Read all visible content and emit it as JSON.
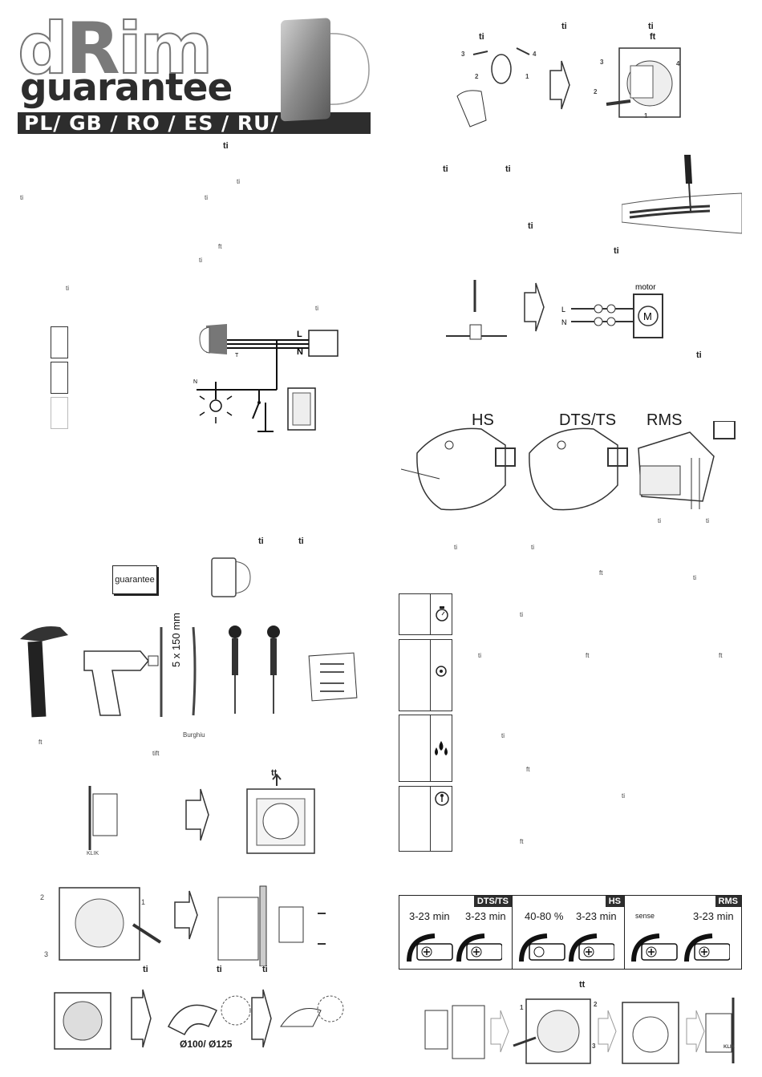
{
  "header": {
    "logo_prefix": "d",
    "logo_accent": "R",
    "logo_suffix": "im",
    "subtitle": "guarantee",
    "languages": "PL/ GB / RO / ES / RU/"
  },
  "labels": {
    "wiring_L": "L",
    "wiring_N": "N",
    "wiring_N2": "N",
    "wiring_T": "T",
    "guarantee_card": "guarantee",
    "drill_size": "5 x 150 mm",
    "drill_caption": "Burghiu",
    "klik": "KLIK",
    "klik2": "KLIK",
    "duct_sizes": "Ø100/ Ø125",
    "motor": "motor",
    "motor_L": "L",
    "motor_N": "N",
    "mode_hs": "HS",
    "mode_dts": "DTS/TS",
    "mode_rms": "RMS",
    "num1": "1",
    "num2": "2",
    "num3": "3",
    "num4": "4",
    "marker_tt": "tt",
    "marker_tt2": "tt"
  },
  "ligatures": [
    "ti",
    "ti",
    "ti",
    "ti",
    "ft",
    "ti",
    "ti",
    "ti",
    "ti",
    "ft",
    "ft",
    "tt",
    "ti",
    "ti",
    "ti",
    "tift",
    "ti",
    "ti",
    "ti",
    "ft",
    "ti",
    "ft",
    "ti",
    "ti",
    "ft",
    "ti",
    "ti"
  ],
  "control_table": {
    "cells": [
      {
        "tag": "DTS/TS",
        "value_a": "3-23 min",
        "value_b": "3-23 min"
      },
      {
        "tag": "HS",
        "value_a": "40-80 %",
        "value_b": "3-23 min"
      },
      {
        "tag": "RMS",
        "value_a": "sense",
        "value_b": "3-23 min"
      }
    ]
  }
}
